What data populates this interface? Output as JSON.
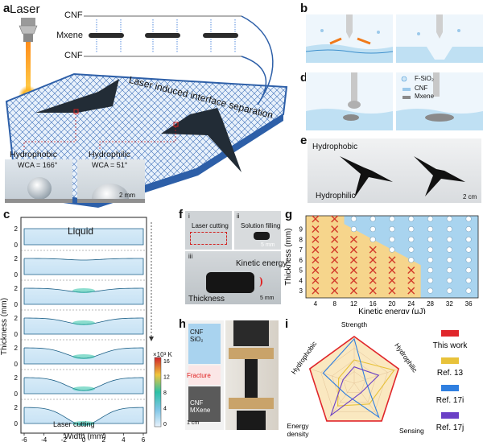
{
  "panels": {
    "a": "a",
    "b": "b",
    "c": "c",
    "d": "d",
    "e": "e",
    "f": "f",
    "g": "g",
    "h": "h",
    "i": "i"
  },
  "panel_a": {
    "laser": "Laser",
    "cnf_top": "CNF",
    "mxene": "Mxene",
    "cnf_bottom": "CNF",
    "arc_text": "Laser induced  interface separation",
    "hydrophobic": "Hydrophobic",
    "hydrophilic": "Hydrophilic",
    "wca_hydrophobic": "WCA = 166°",
    "wca_hydrophilic": "WCA = 51°",
    "scale": "2 mm"
  },
  "panel_d": {
    "legend": [
      "F-SiO₂",
      "CNF",
      "Mxene"
    ]
  },
  "panel_e": {
    "hydrophobic": "Hydrophobic",
    "hydrophilic": "Hydrophilic",
    "scale": "2 cm"
  },
  "panel_c": {
    "liquid": "Liquid",
    "laser_cutting": "Laser cutting",
    "ylabel": "Thickness (mm)",
    "xlabel": "Width (mm)",
    "x_ticks": [
      "-6",
      "-4",
      "-2",
      "0",
      "2",
      "4",
      "6"
    ],
    "y_ticks": [
      "0",
      "2"
    ],
    "colorbar_unit": "×10³ K",
    "colorbar_ticks": [
      "16",
      "12",
      "8",
      "4",
      "0"
    ]
  },
  "panel_f": {
    "i": "i",
    "ii": "ii",
    "iii": "iii",
    "laser_cutting": "Laser cutting",
    "solution_filling": "Solution filling",
    "kinetic_energy": "Kinetic energy",
    "thickness": "Thickness",
    "scale1": "5 mm",
    "scale2": "5 mm"
  },
  "panel_h": {
    "cnf_sio2": "CNF\nSiO₂",
    "fracture": "Fracture",
    "cnf_mxene": "CNF\nMXene",
    "scale": "1 cm"
  },
  "panel_i": {
    "axes": [
      "Strength",
      "Hydrophilic",
      "Sensing",
      "Energy density",
      "Hydrophobic"
    ],
    "legend": [
      {
        "name": "This work",
        "color": "#e0262b"
      },
      {
        "name": "Ref. 13",
        "color": "#e8c23a"
      },
      {
        "name": "Ref. 17i",
        "color": "#2f7fe0"
      },
      {
        "name": "Ref. 17j",
        "color": "#6a3fc6"
      }
    ]
  },
  "chart_data": [
    {
      "type": "scatter",
      "panel": "g",
      "xlabel": "Kinetic energy (μJ)",
      "ylabel": "Thickness (mm)",
      "x_ticks": [
        4,
        8,
        12,
        16,
        20,
        24,
        28,
        32,
        36
      ],
      "y_ticks": [
        3,
        4,
        5,
        6,
        7,
        8,
        9
      ],
      "xlim": [
        2,
        38
      ],
      "ylim": [
        2.3,
        10.3
      ],
      "series": [
        {
          "marker": "cross",
          "color": "#d23a2a",
          "points": [
            [
              4,
              10
            ],
            [
              8,
              10
            ],
            [
              4,
              9
            ],
            [
              8,
              9
            ],
            [
              4,
              8
            ],
            [
              8,
              8
            ],
            [
              12,
              8
            ],
            [
              4,
              7
            ],
            [
              8,
              7
            ],
            [
              12,
              7
            ],
            [
              16,
              7
            ],
            [
              4,
              6
            ],
            [
              8,
              6
            ],
            [
              12,
              6
            ],
            [
              16,
              6
            ],
            [
              20,
              6
            ],
            [
              4,
              5
            ],
            [
              8,
              5
            ],
            [
              12,
              5
            ],
            [
              16,
              5
            ],
            [
              20,
              5
            ],
            [
              24,
              5
            ],
            [
              4,
              4
            ],
            [
              8,
              4
            ],
            [
              12,
              4
            ],
            [
              16,
              4
            ],
            [
              20,
              4
            ],
            [
              24,
              4
            ],
            [
              4,
              3
            ],
            [
              8,
              3
            ],
            [
              12,
              3
            ],
            [
              16,
              3
            ],
            [
              20,
              3
            ],
            [
              24,
              3
            ]
          ]
        },
        {
          "marker": "circle",
          "color": "#ffffff",
          "points": [
            [
              12,
              10
            ],
            [
              16,
              10
            ],
            [
              20,
              10
            ],
            [
              24,
              10
            ],
            [
              28,
              10
            ],
            [
              32,
              10
            ],
            [
              36,
              10
            ],
            [
              12,
              9
            ],
            [
              16,
              9
            ],
            [
              20,
              9
            ],
            [
              24,
              9
            ],
            [
              28,
              9
            ],
            [
              32,
              9
            ],
            [
              36,
              9
            ],
            [
              16,
              8
            ],
            [
              20,
              8
            ],
            [
              24,
              8
            ],
            [
              28,
              8
            ],
            [
              32,
              8
            ],
            [
              36,
              8
            ],
            [
              20,
              7
            ],
            [
              24,
              7
            ],
            [
              28,
              7
            ],
            [
              32,
              7
            ],
            [
              36,
              7
            ],
            [
              24,
              6
            ],
            [
              28,
              6
            ],
            [
              32,
              6
            ],
            [
              36,
              6
            ],
            [
              28,
              5
            ],
            [
              32,
              5
            ],
            [
              36,
              5
            ],
            [
              28,
              4
            ],
            [
              32,
              4
            ],
            [
              36,
              4
            ],
            [
              28,
              3
            ],
            [
              32,
              3
            ],
            [
              36,
              3
            ]
          ]
        }
      ],
      "regions": {
        "cross_region_color": "#f6d58c",
        "circle_region_color": "#a9d4ef"
      }
    },
    {
      "type": "radar",
      "panel": "i",
      "axes": [
        "Strength",
        "Hydrophilic",
        "Sensing",
        "Energy density",
        "Hydrophobic"
      ],
      "series": [
        {
          "name": "This work",
          "values": [
            1,
            1,
            1,
            1,
            1
          ]
        },
        {
          "name": "Ref. 13",
          "values": [
            0.5,
            0.9,
            0.55,
            0.6,
            0.35
          ]
        },
        {
          "name": "Ref. 17i",
          "values": [
            0.95,
            0.25,
            0.9,
            0.3,
            0.7
          ]
        },
        {
          "name": "Ref. 17j",
          "values": [
            0.35,
            0.55,
            0.25,
            0.85,
            0.25
          ]
        }
      ]
    }
  ]
}
